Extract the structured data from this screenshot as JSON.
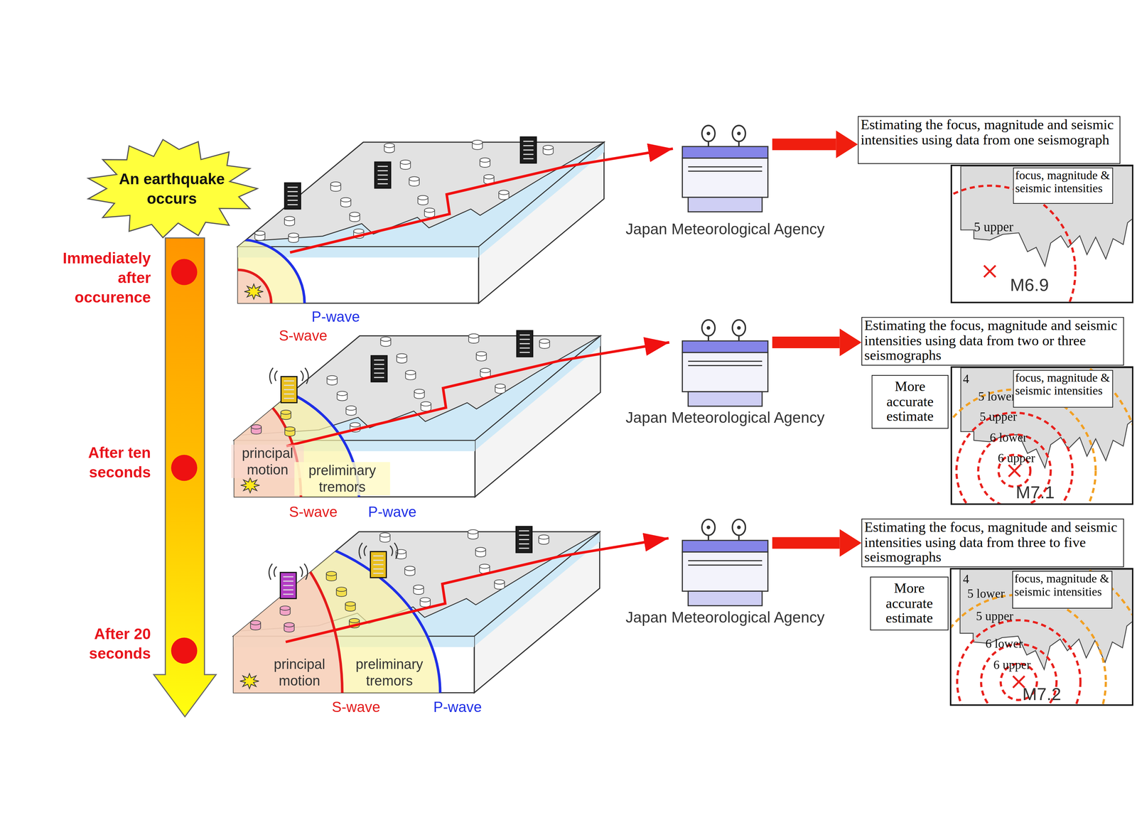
{
  "diagram": {
    "nodes": [
      {
        "text": [
          "An earthquake occurs"
        ]
      },
      {
        "text": [
          "Japan Meteorological Agency"
        ]
      },
      {
        "text": [
          "Estimating the focus, magnitude and seismic intensities using data from one seismograph"
        ]
      },
      {
        "text": [
          "5 upper",
          "M6.9"
        ]
      },
      {
        "text": [
          "focus, magnitude & seismic intensities"
        ],
        "in": 3
      },
      {
        "text": [
          "Japan Meteorological Agency"
        ]
      },
      {
        "text": [
          "Estimating the focus, magnitude and seismic intensities using data from two or three seismographs"
        ]
      },
      {
        "text": [
          "More accurate estimate"
        ]
      },
      {
        "text": [
          "4",
          "5 lower",
          "5 upper",
          "6 lower",
          "6 upper",
          "M7.1"
        ]
      },
      {
        "text": [
          "focus, magnitude & seismic intensities"
        ],
        "in": 8
      },
      {
        "text": [
          "Japan Meteorological Agency"
        ]
      },
      {
        "text": [
          "Estimating the focus, magnitude and seismic intensities using data from three to five seismographs"
        ]
      },
      {
        "text": [
          "More accurate estimate"
        ]
      },
      {
        "text": [
          "4",
          "5 lower",
          "5 upper",
          "6 lower",
          "6 upper",
          "M7.2"
        ]
      },
      {
        "text": [
          "focus, magnitude & seismic intensities"
        ],
        "in": 13
      }
    ],
    "edges": [
      {
        "from": 1,
        "to": 2,
        "arrow": "to"
      },
      {
        "from": 5,
        "to": 6,
        "arrow": "to"
      },
      {
        "from": 10,
        "to": 11,
        "arrow": "to"
      }
    ],
    "labels": [
      "Immediately after occurence",
      "After ten seconds",
      "After 20 seconds",
      "P-wave",
      "S-wave",
      "principal motion",
      "preliminary tremors",
      "S-wave",
      "P-wave",
      "principal motion",
      "preliminary tremors",
      "S-wave",
      "P-wave"
    ]
  }
}
